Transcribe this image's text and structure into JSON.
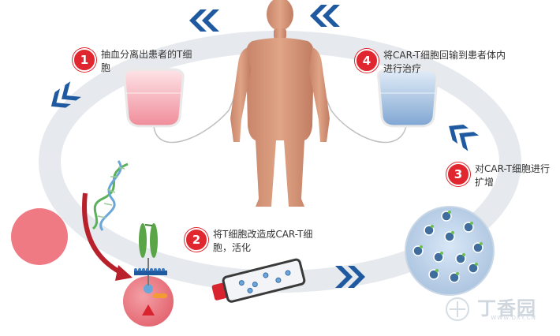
{
  "steps": [
    {
      "number": "1",
      "text": "抽血分离出患者的T细胞"
    },
    {
      "number": "2",
      "text": "将T细胞改造成CAR-T细胞，活化"
    },
    {
      "number": "3",
      "text": "对CAR-T细胞进行扩增"
    },
    {
      "number": "4",
      "text": "将CAR-T细胞回输到患者体内进行治疗"
    }
  ],
  "watermark": {
    "title": "丁香园",
    "url": "WWW.DXY.CN"
  },
  "colors": {
    "ring": "#e6e9ed",
    "arrow": "#1f5aa0",
    "badge": "#e0262f",
    "body": "#d9987a",
    "bag_red": "#f2a2ad",
    "bag_blue": "#8fb2d8"
  },
  "icons": [
    "chevron-arrow-icon",
    "human-body-icon",
    "blood-bag-icon",
    "dna-helix-icon",
    "car-receptor-icon",
    "culture-flask-icon",
    "tumor-cell-icon",
    "t-cell-icon"
  ]
}
